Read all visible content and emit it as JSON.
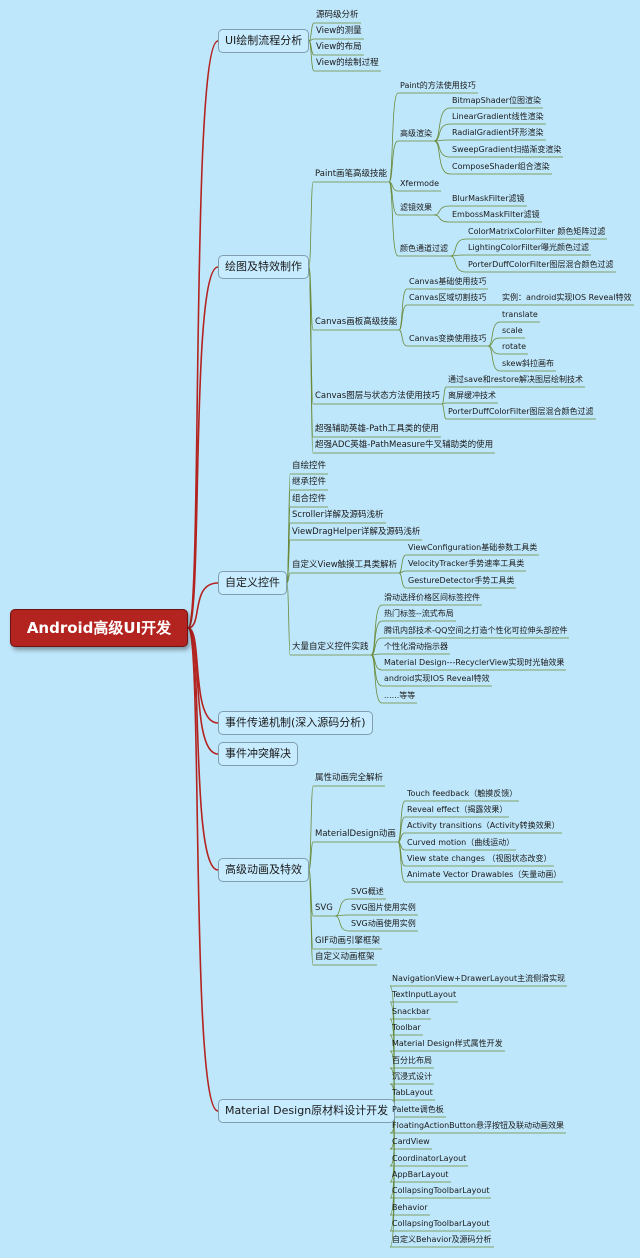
{
  "root": "Android高级UI开发",
  "branches": {
    "b1": {
      "label": "UI绘制流程分析",
      "children": [
        "源码级分析",
        "View的测量",
        "View的布局",
        "View的绘制过程"
      ]
    },
    "b2": {
      "label": "绘图及特效制作",
      "paint": {
        "label": "Paint画笔高级技能",
        "method": "Paint的方法使用技巧",
        "render": {
          "label": "高级渲染",
          "items": [
            "BitmapShader位图渲染",
            "LinearGradient线性渲染",
            "RadialGradient环形渲染",
            "SweepGradient扫描渐变渲染",
            "ComposeShader组合渲染"
          ]
        },
        "xfermode": "Xfermode",
        "filter": {
          "label": "滤镜效果",
          "items": [
            "BlurMaskFilter滤镜",
            "EmbossMaskFilter滤镜"
          ]
        },
        "color": {
          "label": "颜色通道过滤",
          "items": [
            "ColorMatrixColorFilter 颜色矩阵过滤",
            "LightingColorFilter曝光颜色过滤",
            "PorterDuffColorFilter图层混合颜色过滤"
          ]
        }
      },
      "canvas": {
        "label": "Canvas画板高级技能",
        "basic": "Canvas基础使用技巧",
        "clip": "Canvas区域切割技巧",
        "clip_example": "实例：android实现IOS Reveal特效",
        "transform": {
          "label": "Canvas变换使用技巧",
          "items": [
            "translate",
            "scale",
            "rotate",
            "skew斜拉画布"
          ]
        }
      },
      "layer": {
        "label": "Canvas图层与状态方法使用技巧",
        "items": [
          "通过save和restore解决图层绘制技术",
          "离屏缓冲技术",
          "PorterDuffColorFilter图层混合颜色过滤"
        ]
      },
      "path": "超强辅助英雄-Path工具类的使用",
      "measure": "超强ADC英雄-PathMeasure牛叉辅助类的使用"
    },
    "b3": {
      "label": "自定义控件",
      "items": [
        "自绘控件",
        "继承控件",
        "组合控件",
        "Scroller详解及源码浅析",
        "ViewDragHelper详解及源码浅析"
      ],
      "touch": {
        "label": "自定义View触摸工具类解析",
        "items": [
          "ViewConfiguration基础参数工具类",
          "VelocityTracker手势速率工具类",
          "GestureDetector手势工具类"
        ]
      },
      "practice": {
        "label": "大量自定义控件实践",
        "items": [
          "滑动选择价格区间标签控件",
          "热门标签--流式布局",
          "腾讯内部技术-QQ空间之打造个性化可拉伸头部控件",
          "个性化滑动指示器",
          "Material Design---RecyclerView实现时光轴效果",
          "android实现IOS Reveal特效",
          "......等等"
        ]
      }
    },
    "b4": {
      "label": "事件传递机制(深入源码分析)"
    },
    "b5": {
      "label": "事件冲突解决"
    },
    "b6": {
      "label": "高级动画及特效",
      "property": "属性动画完全解析",
      "md": {
        "label": "MaterialDesign动画",
        "items": [
          "Touch feedback（触摸反馈）",
          "Reveal effect（揭露效果）",
          "Activity transitions（Activity转换效果）",
          "Curved motion（曲线运动）",
          "View state changes （视图状态改变）",
          "Animate Vector Drawables（矢量动画）"
        ]
      },
      "svg": {
        "label": "SVG",
        "items": [
          "SVG概述",
          "SVG图片使用实例",
          "SVG动画使用实例"
        ]
      },
      "gif": "GIF动画引擎框架",
      "custom": "自定义动画框架"
    },
    "b7": {
      "label": "Material Design原材料设计开发",
      "items": [
        "NavigationView+DrawerLayout主流侧滑实现",
        "TextInputLayout",
        "Snackbar",
        "Toolbar",
        "Material Design样式属性开发",
        "百分比布局",
        "沉浸式设计",
        "TabLayout",
        "Palette调色板",
        "FloatingActionButton悬浮按钮及联动动画效果",
        "CardView",
        "CoordinatorLayout",
        "AppBarLayout",
        "CollapsingToolbarLayout",
        "Behavior",
        "CollapsingToolbarLayout",
        "自定义Behavior及源码分析"
      ]
    }
  },
  "colors": {
    "background": "#bfe7fb",
    "root_fill": "#b3231f",
    "node_fill": "#c7ecff",
    "line": "#6a8a3a",
    "root_line": "#b3231f"
  }
}
